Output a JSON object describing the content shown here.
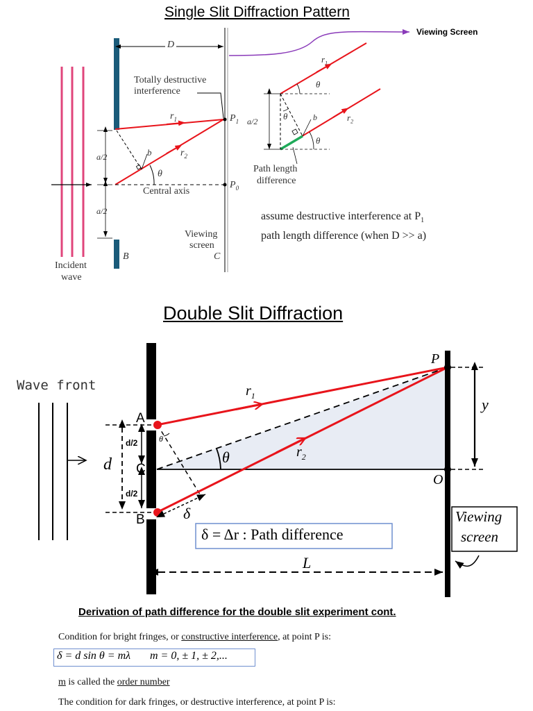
{
  "single": {
    "title": "Single Slit Diffraction Pattern",
    "viewing_screen_callout": "Viewing Screen",
    "label_D": "D",
    "label_destructive": [
      "Totally destructive",
      "interference"
    ],
    "label_r1": "r",
    "label_r1_sub": "1",
    "label_r2": "r",
    "label_r2_sub": "2",
    "label_P1": "P",
    "label_P1_sub": "1",
    "label_P0": "P",
    "label_P0_sub": "0",
    "label_b": "b",
    "label_theta": "θ",
    "label_a2": "a/2",
    "label_central_axis": "Central axis",
    "label_viewing_screen": [
      "Viewing",
      "screen",
      "C"
    ],
    "label_B": "B",
    "label_incident": [
      "Incident",
      "wave"
    ],
    "inset_a2": "a/2",
    "inset_b": "b",
    "inset_path_length": [
      "Path length",
      "difference"
    ],
    "note_line1": "assume destructive interference at P",
    "note_line1_sub": "1",
    "note_line2": "path length difference (when D >> a)"
  },
  "double": {
    "title": "Double Slit Diffraction",
    "wave_front": "Wave front",
    "label_A": "A",
    "label_B": "B",
    "label_C": "C",
    "label_d": "d",
    "label_d2_top": "d/2",
    "label_d2_bottom": "d/2",
    "label_P": "P",
    "label_O": "O",
    "label_y": "y",
    "label_L": "L",
    "label_r1": "r",
    "label_r1_sub": "1",
    "label_r2": "r",
    "label_r2_sub": "2",
    "label_theta": "θ",
    "label_delta": "δ",
    "path_diff_box": "δ = Δr : Path difference",
    "viewing_screen": [
      "Viewing",
      "screen"
    ]
  },
  "derivation": {
    "title": "Derivation of path difference for the double slit experiment cont.",
    "bright_prefix": "Condition for bright fringes, or ",
    "bright_link": "constructive interference",
    "bright_suffix": ", at point P is:",
    "equation": "δ = d sin θ = mλ",
    "equation_m": "m = 0, ± 1, ± 2,...",
    "order_m": "m",
    "order_middle": " is called the ",
    "order_link": "order number",
    "dark_text": "The condition for dark fringes, or destructive interference, at point P is:"
  },
  "colors": {
    "ray": "#e8141b",
    "pink": "#e0457b",
    "slit_blue": "#1a5b7a",
    "purple": "#8a3ab9",
    "green": "#1faa59",
    "box_blue": "#6f8fcf"
  }
}
